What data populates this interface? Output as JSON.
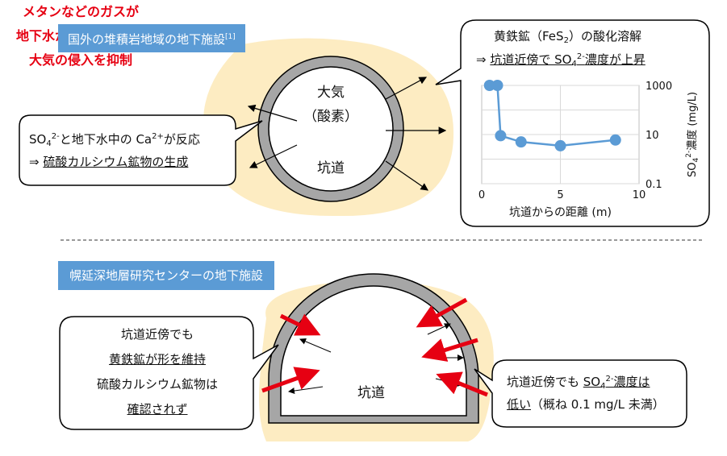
{
  "top": {
    "title": "国外の堆積岩地域の地下施設",
    "title_ref": "[1]",
    "air_1": "大気",
    "air_2": "（酸素）",
    "tunnel": "坑道",
    "left_line1_a": "SO",
    "left_line1_sub": "4",
    "left_line1_sup": "2-",
    "left_line1_b": "と地下水中の Ca",
    "left_line1_sup2": "2+",
    "left_line1_c": "が反応",
    "left_line2_arrow": "⇒ ",
    "left_line2": "硫酸カルシウム鉱物の生成",
    "right_line1_a": "黄鉄鉱（FeS",
    "right_line1_sub": "2",
    "right_line1_b": "）の酸化溶解",
    "right_line2_arrow": "⇒ ",
    "right_line2_a": "坑道近傍で SO",
    "right_line2_sub": "4",
    "right_line2_sup": "2-",
    "right_line2_b": "濃度が上昇"
  },
  "chart_data": {
    "type": "scatter",
    "x": [
      0.5,
      1.0,
      1.2,
      2.5,
      5.0,
      8.5
    ],
    "y": [
      1000,
      1000,
      9,
      5,
      3.5,
      6
    ],
    "xlabel": "坑道からの距離 (m)",
    "ylabel_a": "SO",
    "ylabel_sub": "4",
    "ylabel_sup": "2-",
    "ylabel_b": "濃度 (mg/L)",
    "xlim": [
      0,
      10
    ],
    "ylim": [
      0.1,
      1000
    ],
    "yscale": "log",
    "xticks": [
      "0",
      "5",
      "10"
    ],
    "yticks": [
      "0.1",
      "10",
      "1000"
    ],
    "color": "#5b9bd5",
    "grid": true
  },
  "bottom": {
    "title": "幌延深地層研究センターの地下施設",
    "tunnel": "坑道",
    "red_1": "メタンなどのガスが",
    "red_2": "地下水から遊離・移行、",
    "red_3": "大気の侵入を抑制",
    "left_1": "坑道近傍でも",
    "left_2": "黄鉄鉱が形を維持",
    "left_3": "硫酸カルシウム鉱物は",
    "left_4": "確認されず",
    "right_1_a": "坑道近傍でも ",
    "right_1_u_a": "SO",
    "right_1_sub": "4",
    "right_1_sup": "2-",
    "right_1_u_b": "濃度は",
    "right_2_u": "低い",
    "right_2_b": "（概ね 0.1 mg/L 未満）"
  },
  "colors": {
    "accent": "#5b9bd5",
    "halo": "#fdecc2",
    "ring": "#a6a6a6",
    "red": "#e60012"
  }
}
